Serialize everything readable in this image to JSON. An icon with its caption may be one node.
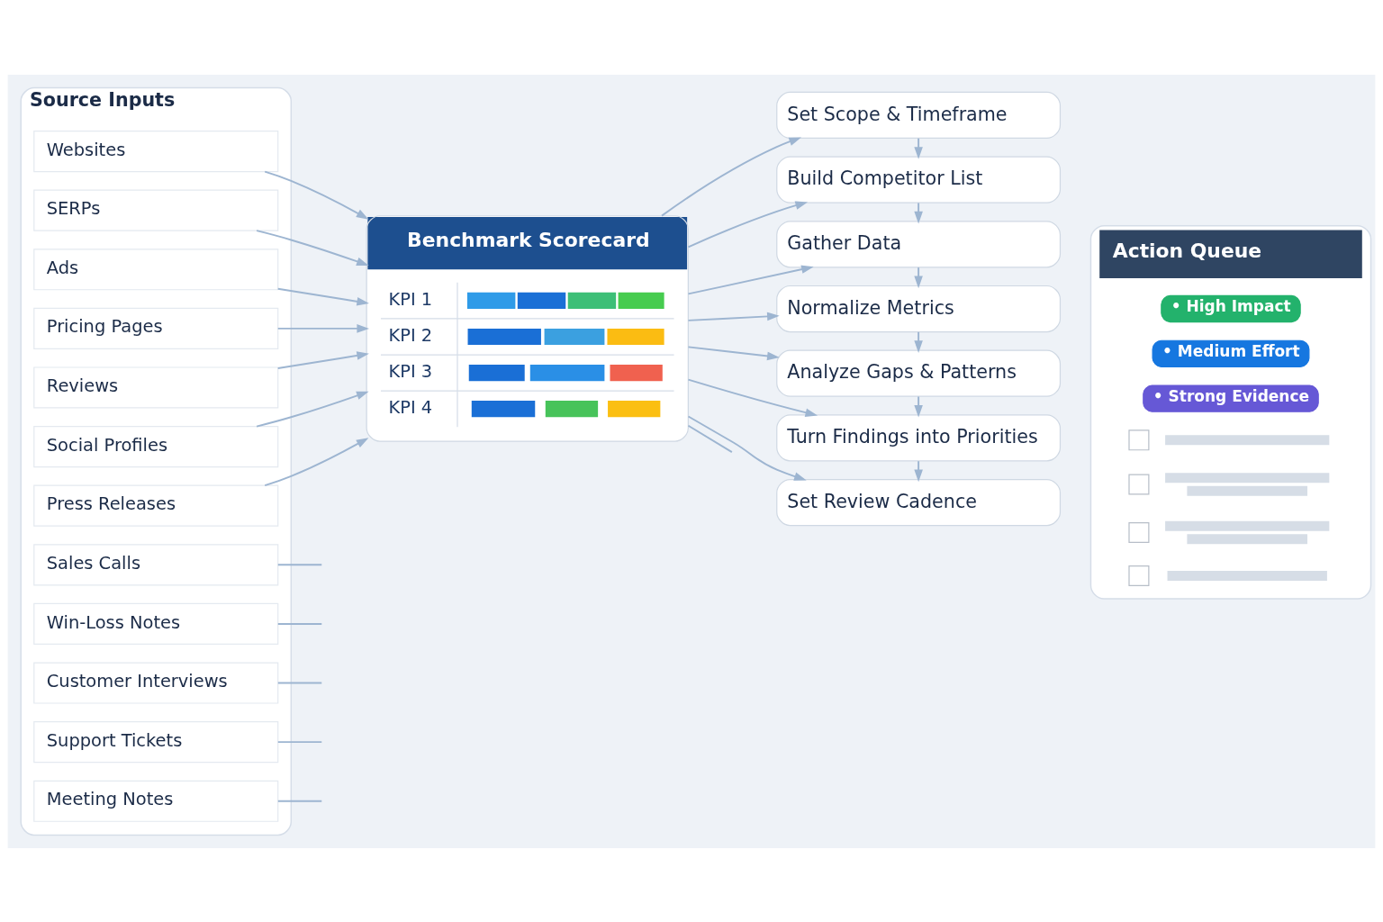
{
  "diagram": {
    "nodes": [
      {
        "text": [
          "Source Inputs"
        ]
      },
      {
        "text": [
          "Websites"
        ],
        "in": 0
      },
      {
        "text": [
          "SERPs"
        ],
        "in": 0
      },
      {
        "text": [
          "Ads"
        ],
        "in": 0
      },
      {
        "text": [
          "Pricing Pages"
        ],
        "in": 0
      },
      {
        "text": [
          "Reviews"
        ],
        "in": 0
      },
      {
        "text": [
          "Social Profiles"
        ],
        "in": 0
      },
      {
        "text": [
          "Press Releases"
        ],
        "in": 0
      },
      {
        "text": [
          "Sales Calls"
        ],
        "in": 0
      },
      {
        "text": [
          "Win-Loss Notes"
        ],
        "in": 0
      },
      {
        "text": [
          "Customer Interviews"
        ],
        "in": 0
      },
      {
        "text": [
          "Support Tickets"
        ],
        "in": 0
      },
      {
        "text": [
          "Meeting Notes"
        ],
        "in": 0
      },
      {
        "text": [
          "Benchmark Scorecard",
          "KPI 1",
          "KPI 2",
          "KPI 3",
          "KPI 4"
        ]
      },
      {
        "text": [
          "Set Scope & Timeframe"
        ]
      },
      {
        "text": [
          "Build Competitor List"
        ]
      },
      {
        "text": [
          "Gather Data"
        ]
      },
      {
        "text": [
          "Normalize Metrics"
        ]
      },
      {
        "text": [
          "Analyze Gaps & Patterns"
        ]
      },
      {
        "text": [
          "Turn Findings into Priorities"
        ]
      },
      {
        "text": [
          "Set Review Cadence"
        ]
      },
      {
        "text": [
          "Action Queue"
        ]
      },
      {
        "text": [
          "• High Impact"
        ],
        "in": 21
      },
      {
        "text": [
          "• Medium Effort"
        ],
        "in": 21
      },
      {
        "text": [
          "• Strong Evidence"
        ],
        "in": 21
      },
      {
        "text": [],
        "shape": "box",
        "in": 21
      },
      {
        "text": [],
        "shape": "box",
        "in": 21
      },
      {
        "text": [],
        "shape": "box",
        "in": 21
      },
      {
        "text": [],
        "shape": "box",
        "in": 21
      }
    ],
    "edges": [
      {
        "from": 1,
        "to": 13,
        "arrow": "to"
      },
      {
        "from": 2,
        "to": 13,
        "arrow": "to"
      },
      {
        "from": 3,
        "to": 13,
        "arrow": "to"
      },
      {
        "from": 4,
        "to": 13,
        "arrow": "to"
      },
      {
        "from": 5,
        "to": 13,
        "arrow": "to"
      },
      {
        "from": 6,
        "to": 13,
        "arrow": "to"
      },
      {
        "from": 7,
        "to": 13,
        "arrow": "to"
      },
      {
        "from": 8,
        "to": null,
        "arrow": "none"
      },
      {
        "from": 9,
        "to": null,
        "arrow": "none"
      },
      {
        "from": 10,
        "to": null,
        "arrow": "none"
      },
      {
        "from": 11,
        "to": null,
        "arrow": "none"
      },
      {
        "from": 12,
        "to": null,
        "arrow": "none"
      },
      {
        "from": 13,
        "to": 14,
        "arrow": "to"
      },
      {
        "from": 13,
        "to": 15,
        "arrow": "to"
      },
      {
        "from": 13,
        "to": 16,
        "arrow": "to"
      },
      {
        "from": 13,
        "to": 17,
        "arrow": "to"
      },
      {
        "from": 13,
        "to": 18,
        "arrow": "to"
      },
      {
        "from": 13,
        "to": 19,
        "arrow": "to"
      },
      {
        "from": 13,
        "to": 20,
        "arrow": "to"
      },
      {
        "from": 13,
        "to": null,
        "arrow": "none"
      },
      {
        "from": 14,
        "to": 15,
        "arrow": "to"
      },
      {
        "from": 15,
        "to": 16,
        "arrow": "to"
      },
      {
        "from": 16,
        "to": 17,
        "arrow": "to"
      },
      {
        "from": 17,
        "to": 18,
        "arrow": "to"
      },
      {
        "from": 18,
        "to": 19,
        "arrow": "to"
      },
      {
        "from": 19,
        "to": 20,
        "arrow": "to"
      }
    ]
  }
}
